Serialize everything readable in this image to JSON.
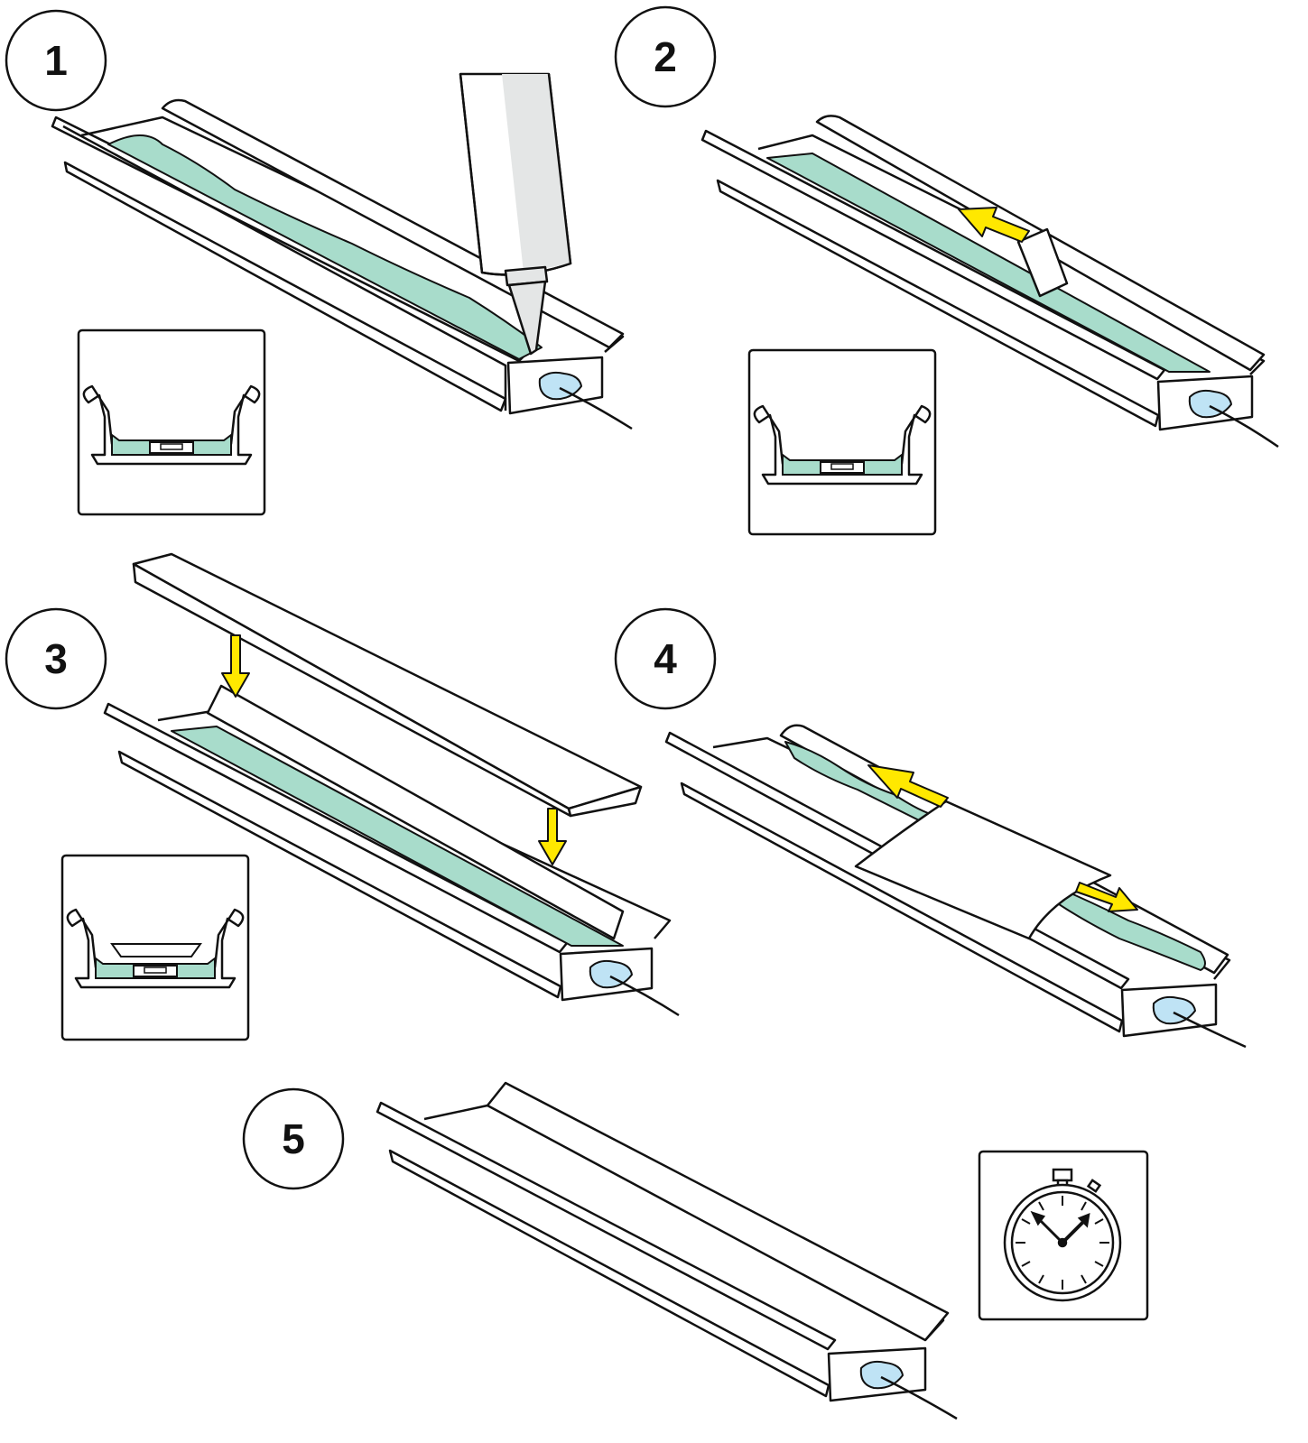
{
  "steps": [
    {
      "number": "1"
    },
    {
      "number": "2"
    },
    {
      "number": "3"
    },
    {
      "number": "4"
    },
    {
      "number": "5"
    }
  ],
  "colors": {
    "resin": "#a8dccb",
    "resin_dark": "#6fbfa8",
    "arrow": "#ffe800",
    "cable_plug": "#bfe3f5",
    "tube": "#e4e6e6",
    "line": "#111111"
  },
  "icons": {
    "tube": "silicone-tube-icon",
    "arrow": "yellow-arrow-icon",
    "timer": "stopwatch-icon"
  }
}
